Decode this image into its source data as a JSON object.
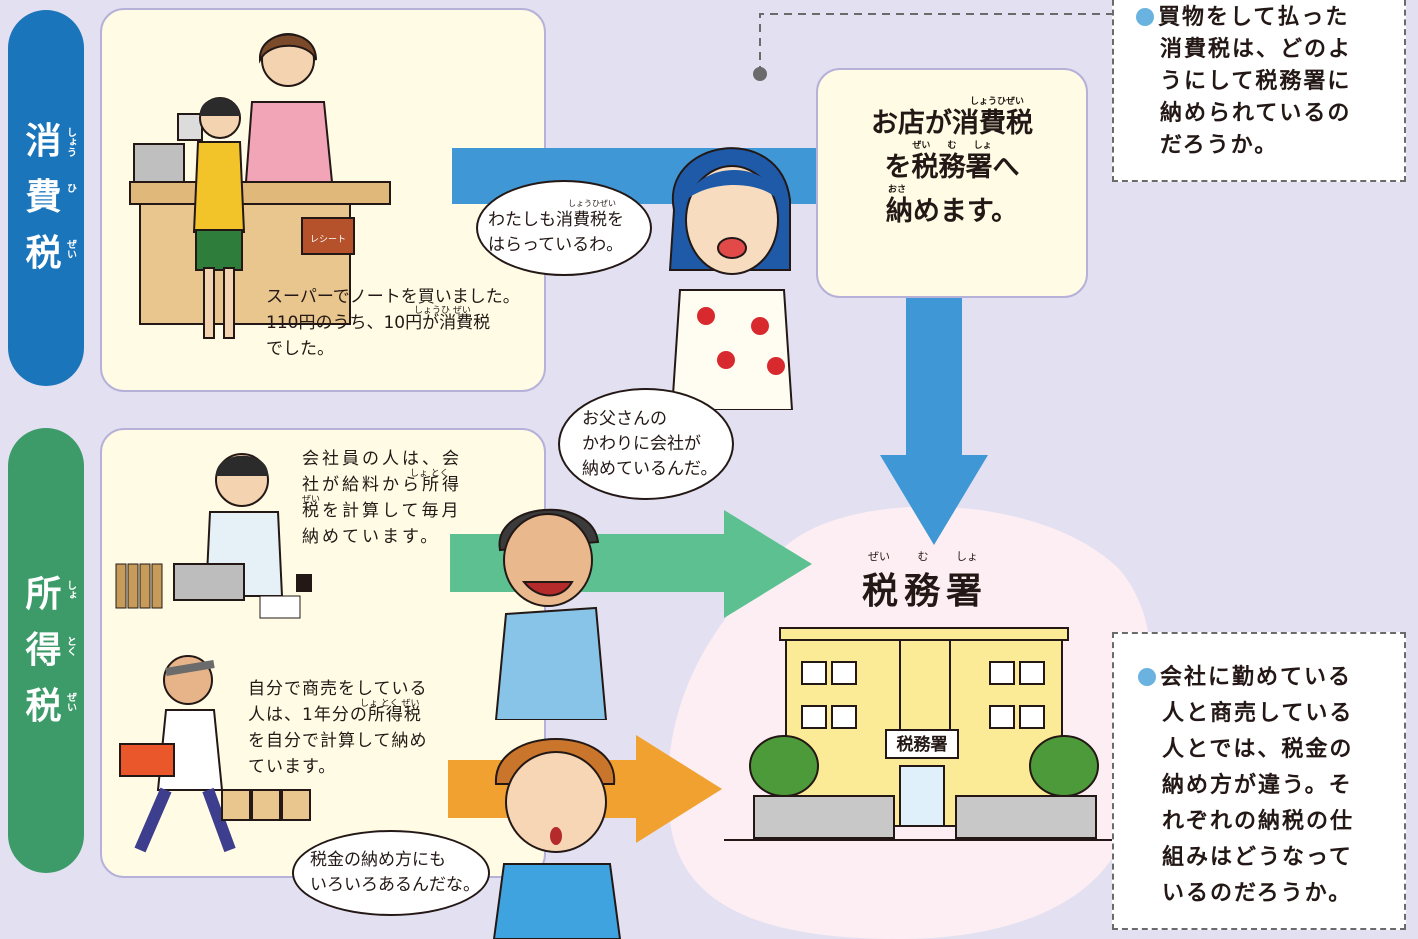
{
  "sections": {
    "consumption": {
      "title_chars": [
        "消",
        "費",
        "税"
      ],
      "title_ruby": [
        "しょう",
        "ひ",
        "ぜい"
      ],
      "color": "#1b75bb"
    },
    "income": {
      "title_chars": [
        "所",
        "得",
        "税"
      ],
      "title_ruby": [
        "しょ",
        "とく",
        "ぜい"
      ],
      "color": "#3d9b6a"
    }
  },
  "captions": {
    "notebook": {
      "line1": "スーパーでノートを買いました。",
      "ruby": "しょうひ ぜい",
      "line2": "110円のうち、10円が消費税",
      "line3": "でした。"
    },
    "employee": {
      "line1": "会社員の人は、会",
      "ruby1": "しょ とく",
      "line2": "社が給料から所得",
      "ruby2": "ぜい",
      "line3": "税を計算して毎月",
      "line4": "納めています。"
    },
    "merchant": {
      "line1": "自分で商売をしている",
      "ruby": "しょ とく ぜい",
      "line2": "人は、1年分の所得税",
      "line3": "を自分で計算して納め",
      "line4": "ています。"
    }
  },
  "bubbles": {
    "woman": {
      "ruby": "しょうひぜい",
      "line1": "わたしも消費税を",
      "line2": "はらっているわ。"
    },
    "man": {
      "line1": "お父さんの",
      "line2": "かわりに会社が",
      "line3": "納めているんだ。"
    },
    "boy": {
      "line1": "税金の納め方にも",
      "line2": "いろいろあるんだな。"
    }
  },
  "store_box": {
    "ruby1": "しょうひぜい",
    "line1": "お店が消費税",
    "ruby2": "ぜい む しょ",
    "line2": "を税務署へ",
    "ruby3": "おさ",
    "line3": "納めます。"
  },
  "tax_office": {
    "ruby": "ぜい む しょ",
    "title": "税務署",
    "sign": "税務署"
  },
  "shop_sign": "レシート",
  "notes": {
    "top": {
      "line1": "買物をして払った",
      "line2": "消費税は、どのよ",
      "line3": "うにして税務署に",
      "line4": "納められているの",
      "line5": "だろうか。"
    },
    "bottom": {
      "line1": "会社に勤めている",
      "line2": "人と商売している",
      "line3": "人とでは、税金の",
      "line4": "納め方が違う。そ",
      "line5": "れぞれの納税の仕",
      "line6": "組みはどうなって",
      "line7": "いるのだろうか。"
    }
  },
  "colors": {
    "blue_arrow": "#3f97d6",
    "green_arrow": "#5cc091",
    "orange_arrow": "#f0a12f",
    "panel_bg": "#fffbe5",
    "page_bg": "#e3e1f1",
    "bullet": "#6ab3e0"
  }
}
